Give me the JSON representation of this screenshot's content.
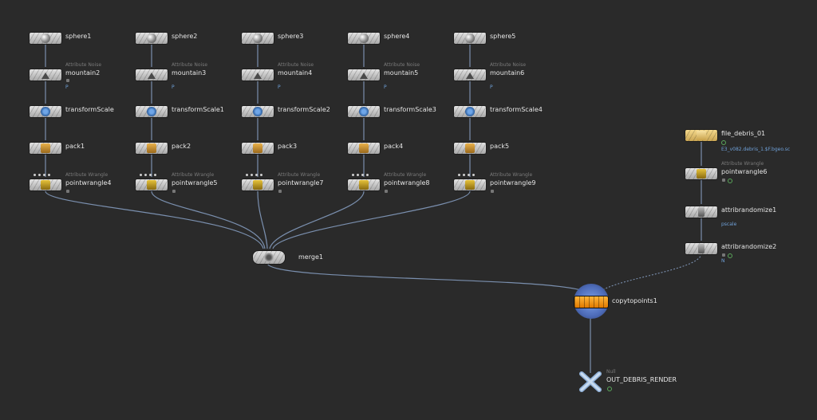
{
  "network": {
    "columns": [
      {
        "sphere": "sphere1",
        "noise_type": "Attribute Noise",
        "noise": "mountain2",
        "noise_param": "P",
        "transform": "transformScale",
        "pack": "pack1",
        "wrangle_type": "Attribute Wrangle",
        "wrangle": "pointwrangle4"
      },
      {
        "sphere": "sphere2",
        "noise_type": "Attribute Noise",
        "noise": "mountain3",
        "noise_param": "P",
        "transform": "transformScale1",
        "pack": "pack2",
        "wrangle_type": "Attribute Wrangle",
        "wrangle": "pointwrangle5"
      },
      {
        "sphere": "sphere3",
        "noise_type": "Attribute Noise",
        "noise": "mountain4",
        "noise_param": "P",
        "transform": "transformScale2",
        "pack": "pack3",
        "wrangle_type": "Attribute Wrangle",
        "wrangle": "pointwrangle7"
      },
      {
        "sphere": "sphere4",
        "noise_type": "Attribute Noise",
        "noise": "mountain5",
        "noise_param": "P",
        "transform": "transformScale3",
        "pack": "pack4",
        "wrangle_type": "Attribute Wrangle",
        "wrangle": "pointwrangle8"
      },
      {
        "sphere": "sphere5",
        "noise_type": "Attribute Noise",
        "noise": "mountain6",
        "noise_param": "P",
        "transform": "transformScale4",
        "pack": "pack5",
        "wrangle_type": "Attribute Wrangle",
        "wrangle": "pointwrangle9"
      }
    ],
    "merge": "merge1",
    "right_chain": {
      "file": "file_debris_01",
      "file_param": "E3_v082.debris_1.$F.bgeo.sc",
      "wrangle_type": "Attribute Wrangle",
      "wrangle": "pointwrangle6",
      "randomize1": "attribrandomize1",
      "randomize1_param": "pscale",
      "randomize2": "attribrandomize2",
      "randomize2_param": "N"
    },
    "copy": "copytopoints1",
    "null_type": "Null",
    "output": "OUT_DEBRIS_RENDER"
  },
  "colors": {
    "background": "#2a2a2a",
    "wire": "#6f86a8",
    "copy_node": "#f39a1e",
    "copy_halo": "#5b7cc8",
    "param_text": "#6fa0d8"
  }
}
